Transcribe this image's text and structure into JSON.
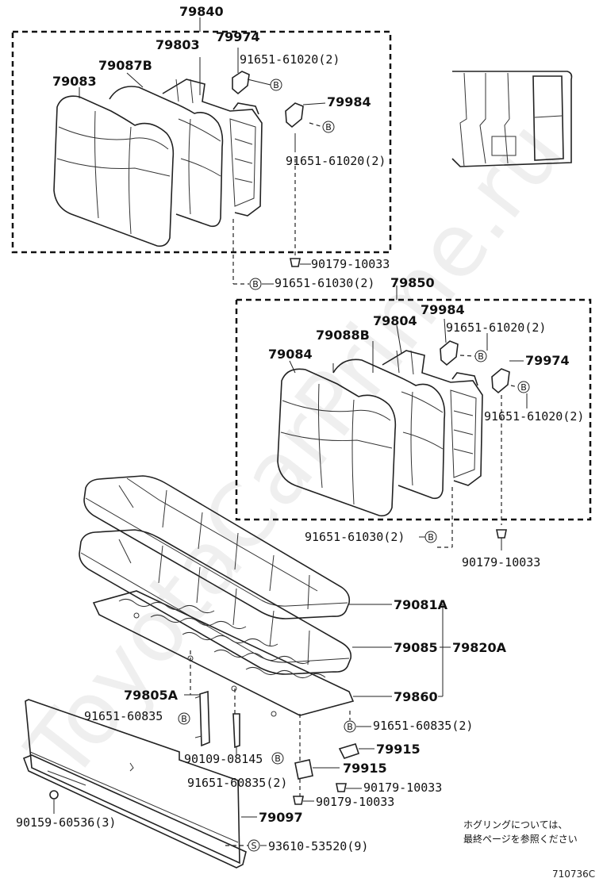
{
  "watermark": "ToyotaCarPrime.ru",
  "labels": {
    "l79840": "79840",
    "l79803": "79803",
    "l79974a": "79974",
    "l79087b": "79087B",
    "l79083": "79083",
    "l91651_61020_a": "91651-61020(2)",
    "l79984a": "79984",
    "l91651_61020_b": "91651-61020(2)",
    "l90179_10033_a": "90179-10033",
    "l91651_61030_a": "91651-61030(2)",
    "l79850": "79850",
    "l79984b": "79984",
    "l79804": "79804",
    "l91651_61020_c": "91651-61020(2)",
    "l79088b": "79088B",
    "l79084": "79084",
    "l79974b": "79974",
    "l91651_61020_d": "91651-61020(2)",
    "l91651_61030_b": "91651-61030(2)",
    "l90179_10033_b": "90179-10033",
    "l79081a": "79081A",
    "l79085": "79085",
    "l79820a": "79820A",
    "l79860": "79860",
    "l79805a": "79805A",
    "l91651_60835_a": "91651-60835",
    "l91651_60835_b": "91651-60835(2)",
    "l79915a": "79915",
    "l90109_08145": "90109-08145",
    "l79915b": "79915",
    "l91651_60835_c": "91651-60835(2)",
    "l90179_10033_c": "90179-10033",
    "l90179_10033_d": "90179-10033",
    "l90159_60536": "90159-60536(3)",
    "l79097": "79097",
    "l93610_53520": "93610-53520(9)"
  },
  "markers": {
    "b": "B",
    "s": "S"
  },
  "note": {
    "line1": "ホグリングについては、",
    "line2": "最終ページを参照ください"
  },
  "figure_code": "710736C"
}
